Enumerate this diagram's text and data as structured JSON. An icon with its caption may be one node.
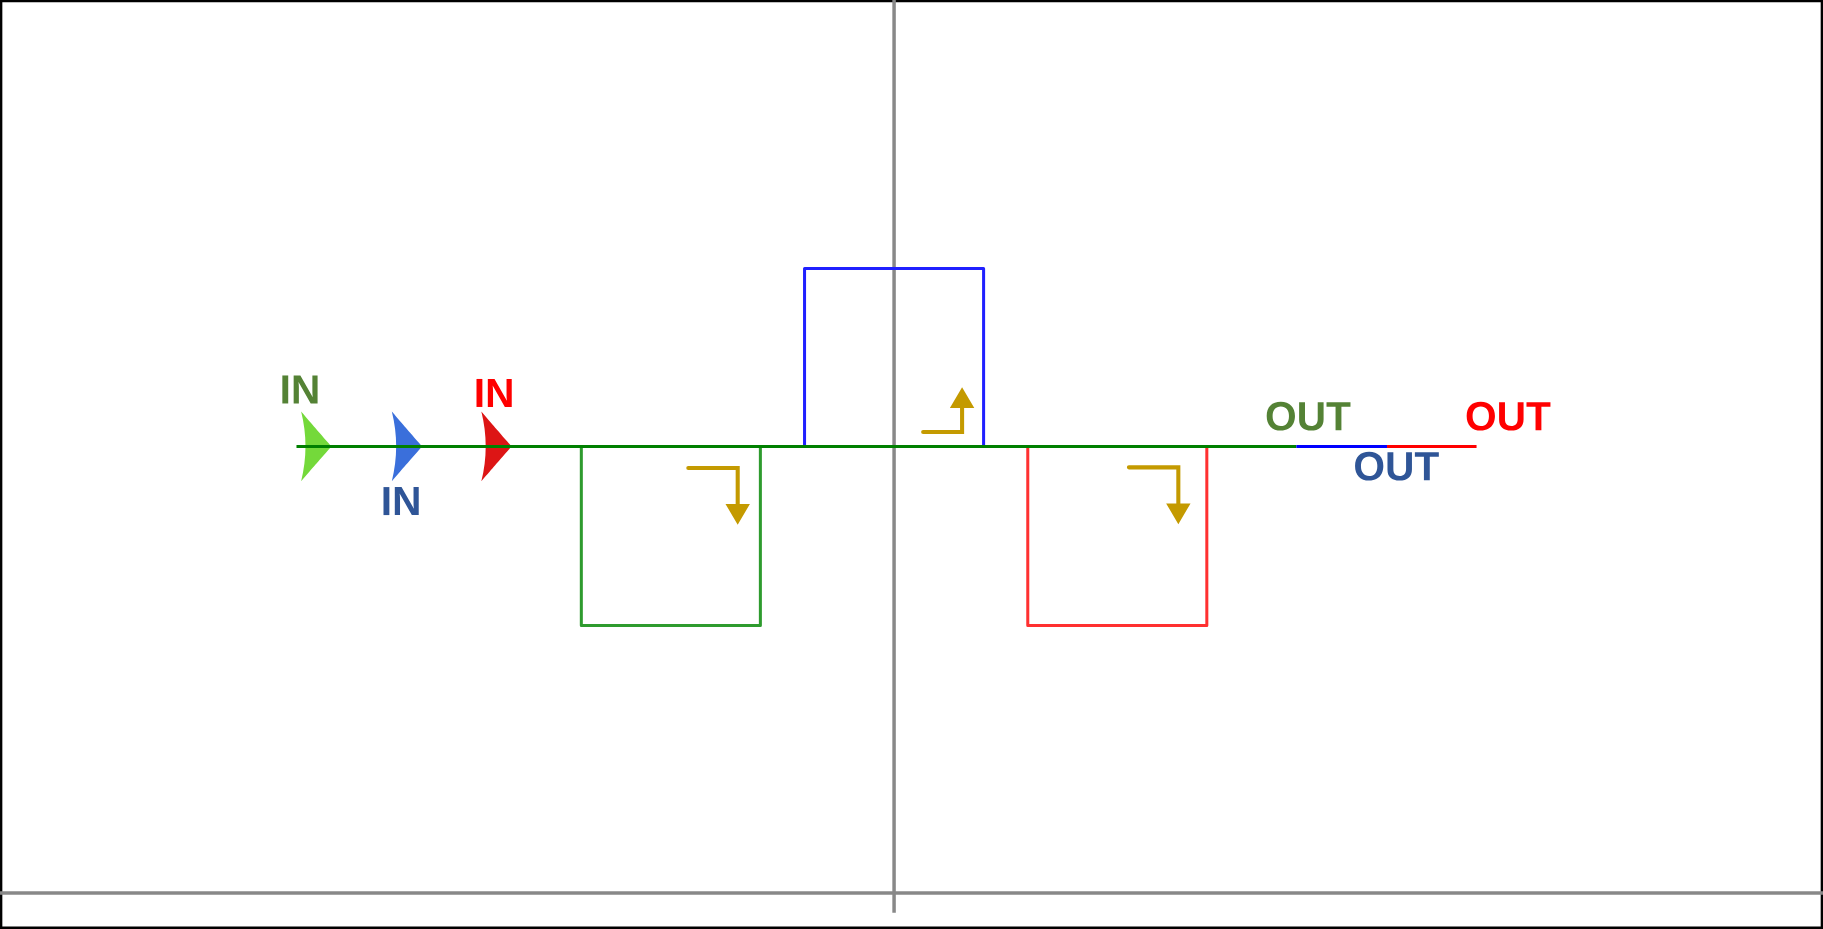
{
  "diagram": {
    "nodes": [
      {
        "text": [
          "IN"
        ]
      },
      {
        "text": [
          "OUT"
        ]
      },
      {
        "text": [
          "OUT"
        ]
      },
      {
        "text": [
          "OUT"
        ]
      }
    ],
    "edges": [
      {
        "from": 0,
        "to": 1,
        "arrow": "none",
        "color": "#008000"
      },
      {
        "from": 1,
        "to": 2,
        "arrow": "none",
        "color": "#0000ff"
      },
      {
        "from": 2,
        "to": 3,
        "arrow": "none",
        "color": "#ff0000"
      }
    ],
    "labels": [
      "IN",
      "IN"
    ]
  }
}
